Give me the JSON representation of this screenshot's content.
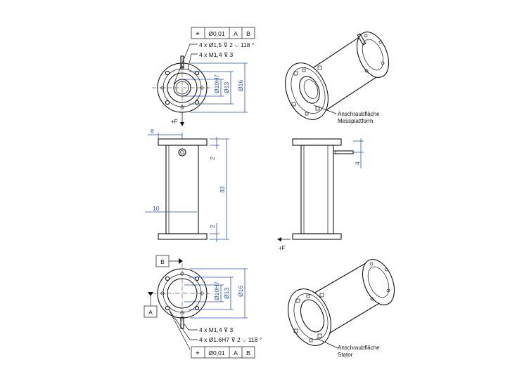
{
  "view_top": {
    "fcf": {
      "symbol": "⌖",
      "tolerance": "Ø0,01",
      "datum1": "A",
      "datum2": "B"
    },
    "callout_holes": "4 x Ø1,5 ⊽ 2 ⌵ 118 °",
    "callout_thread": "4 x M1,4 ⊽ 3",
    "dim_bore": "Ø10H7",
    "dim_inner": "Ø13",
    "dim_outer": "Ø16",
    "force_label": "+F"
  },
  "view_front": {
    "dim_flange_offset": "8",
    "dim_side": "10",
    "dim_length": "33",
    "dim_top_flange": "2",
    "dim_bottom_flange": "2"
  },
  "view_side": {
    "dim_pin": "4",
    "force_label": "+F"
  },
  "view_bottom": {
    "datum_b": "B",
    "datum_a": "A",
    "callout_thread": "4 x M1,4 ⊽ 3",
    "callout_holes": "4 x Ø1,6H7 ⊽ 2 ⌵ 118 °",
    "fcf": {
      "symbol": "⌖",
      "tolerance": "Ø0,01",
      "datum1": "A",
      "datum2": "B"
    },
    "dim_bore": "Ø10H7",
    "dim_inner": "Ø13",
    "dim_outer": "Ø16"
  },
  "iso_top": {
    "label_line1": "Anschraubfläche",
    "label_line2": "Messplattform"
  },
  "iso_bottom": {
    "label_line1": "Anschraubfläche",
    "label_line2": "Stator"
  }
}
